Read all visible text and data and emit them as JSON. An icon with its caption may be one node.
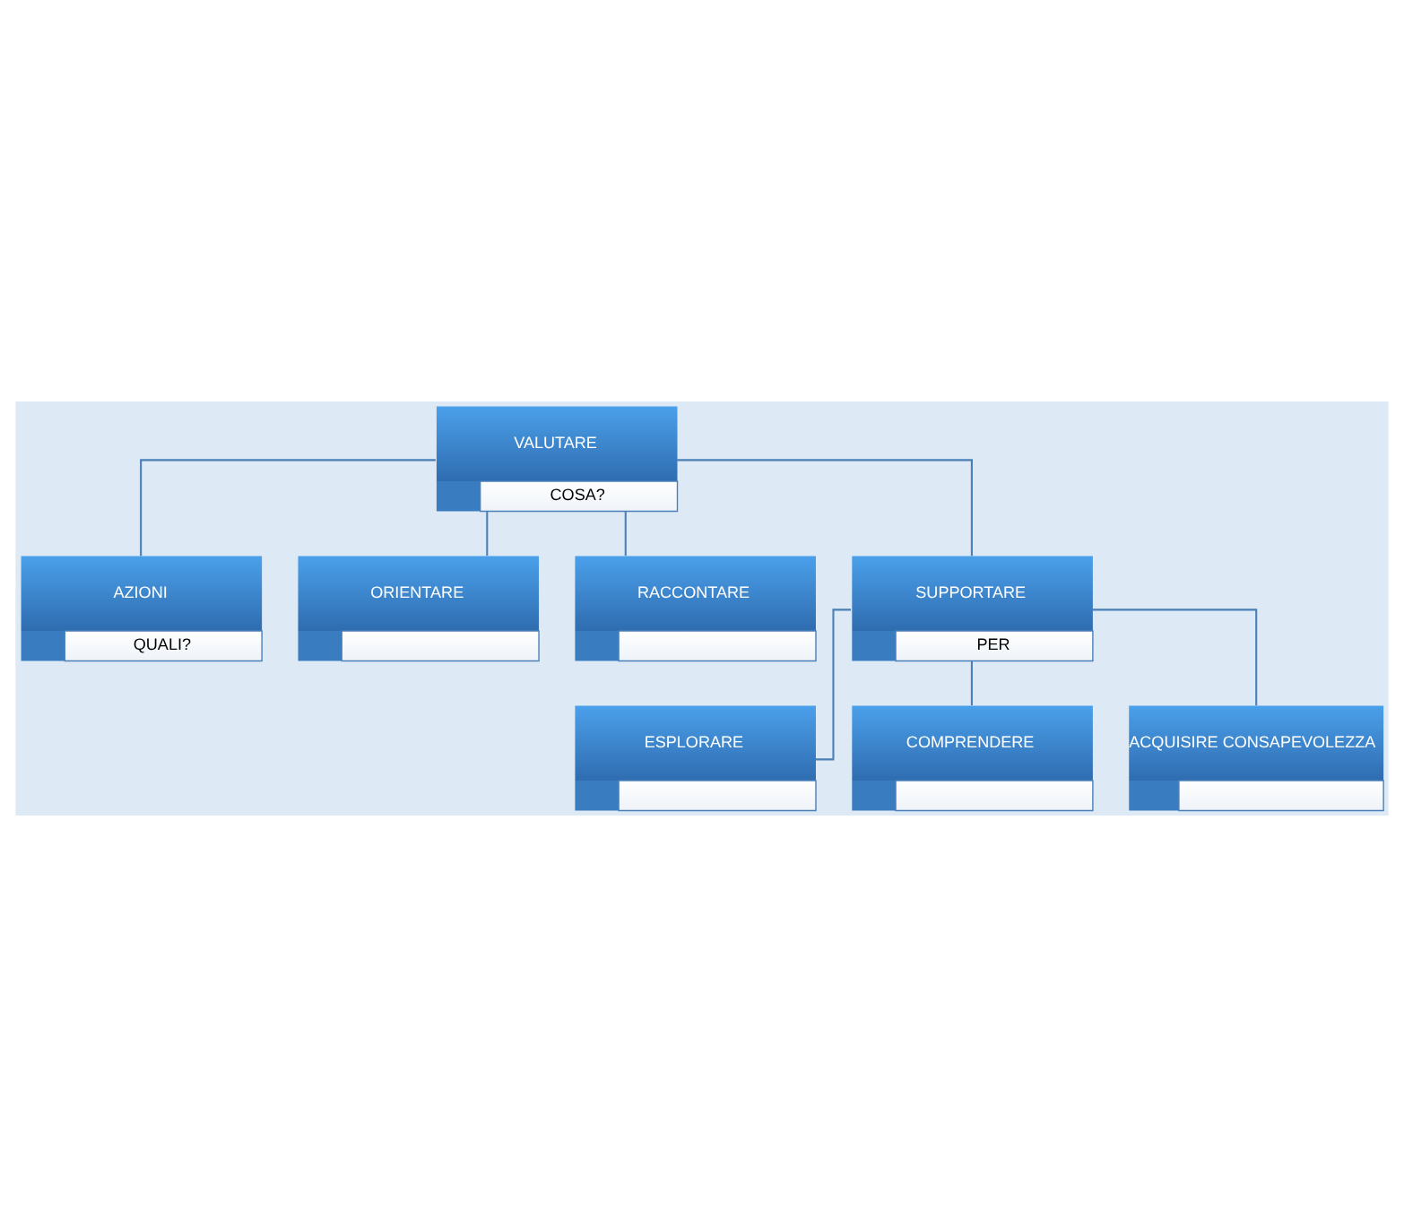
{
  "diagram": {
    "nodes": [
      {
        "text": [
          "VALUTARE",
          "COSA?"
        ]
      },
      {
        "text": [
          "AZIONI",
          "QUALI?"
        ]
      },
      {
        "text": [
          "ORIENTARE"
        ]
      },
      {
        "text": [
          "RACCONTARE"
        ]
      },
      {
        "text": [
          "SUPPORTARE",
          "PER"
        ]
      },
      {
        "text": [
          "ESPLORARE"
        ]
      },
      {
        "text": [
          "COMPRENDERE"
        ]
      },
      {
        "text": [
          "ACQUISIRE CONSAPEVOLEZZA"
        ]
      }
    ],
    "edges": [
      {
        "from": 0,
        "to": 1,
        "arrow": "none"
      },
      {
        "from": 0,
        "to": 2,
        "arrow": "none"
      },
      {
        "from": 0,
        "to": 3,
        "arrow": "none"
      },
      {
        "from": 0,
        "to": 4,
        "arrow": "none"
      },
      {
        "from": 4,
        "to": 5,
        "arrow": "none"
      },
      {
        "from": 4,
        "to": 6,
        "arrow": "none"
      },
      {
        "from": 4,
        "to": 7,
        "arrow": "none"
      }
    ]
  }
}
